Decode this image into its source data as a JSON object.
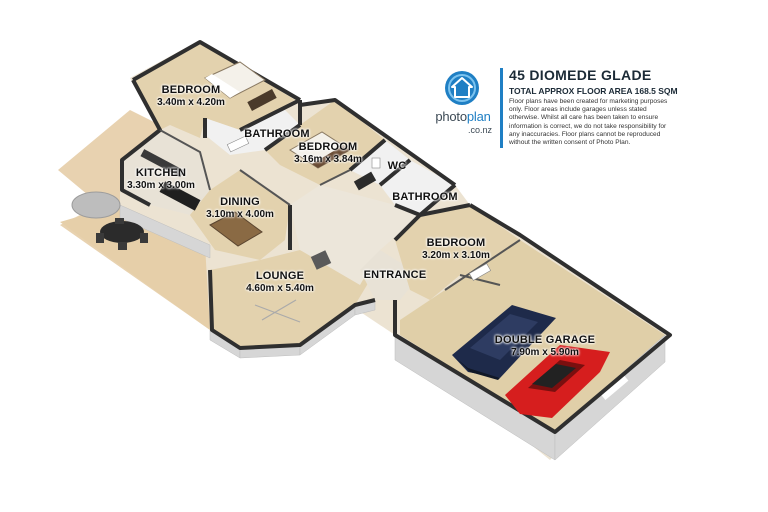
{
  "header": {
    "brand_photo": "photo",
    "brand_plan": "plan",
    "brand_sub": ".co.nz",
    "title": "45 DIOMEDE GLADE",
    "total_area": "TOTAL APPROX FLOOR AREA 168.5 SQM",
    "disclaimer": "Floor plans have been created for marketing purposes only. Floor areas include garages unless stated otherwise. Whilst all care has been taken to ensure information is correct, we do not take responsibility for any inaccuracies. Floor plans cannot be reproduced without the written consent of Photo Plan."
  },
  "rooms": [
    {
      "key": "bedroom1",
      "name": "BEDROOM",
      "dims": "3.40m x 4.20m"
    },
    {
      "key": "bathroom1",
      "name": "BATHROOM",
      "dims": ""
    },
    {
      "key": "bedroom2",
      "name": "BEDROOM",
      "dims": "3.16m x 3.84m"
    },
    {
      "key": "wc",
      "name": "WC",
      "dims": ""
    },
    {
      "key": "bathroom2",
      "name": "BATHROOM",
      "dims": ""
    },
    {
      "key": "kitchen",
      "name": "KITCHEN",
      "dims": "3.30m x 3.00m"
    },
    {
      "key": "dining",
      "name": "DINING",
      "dims": "3.10m x 4.00m"
    },
    {
      "key": "bedroom3",
      "name": "BEDROOM",
      "dims": "3.20m x 3.10m"
    },
    {
      "key": "lounge",
      "name": "LOUNGE",
      "dims": "4.60m x 5.40m"
    },
    {
      "key": "entrance",
      "name": "ENTRANCE",
      "dims": ""
    },
    {
      "key": "garage",
      "name": "DOUBLE GARAGE",
      "dims": "7.90m x 5.90m"
    }
  ],
  "colors": {
    "deck": "#e8d2b0",
    "floor": "#e0cfa8",
    "floor_light": "#ece3d2",
    "wall_top": "#3a3a3a",
    "wall_face": "#d9d9d9",
    "brand_blue": "#1f7fc4",
    "car_blue": "#1e2a4a",
    "car_red": "#d61e1e"
  }
}
